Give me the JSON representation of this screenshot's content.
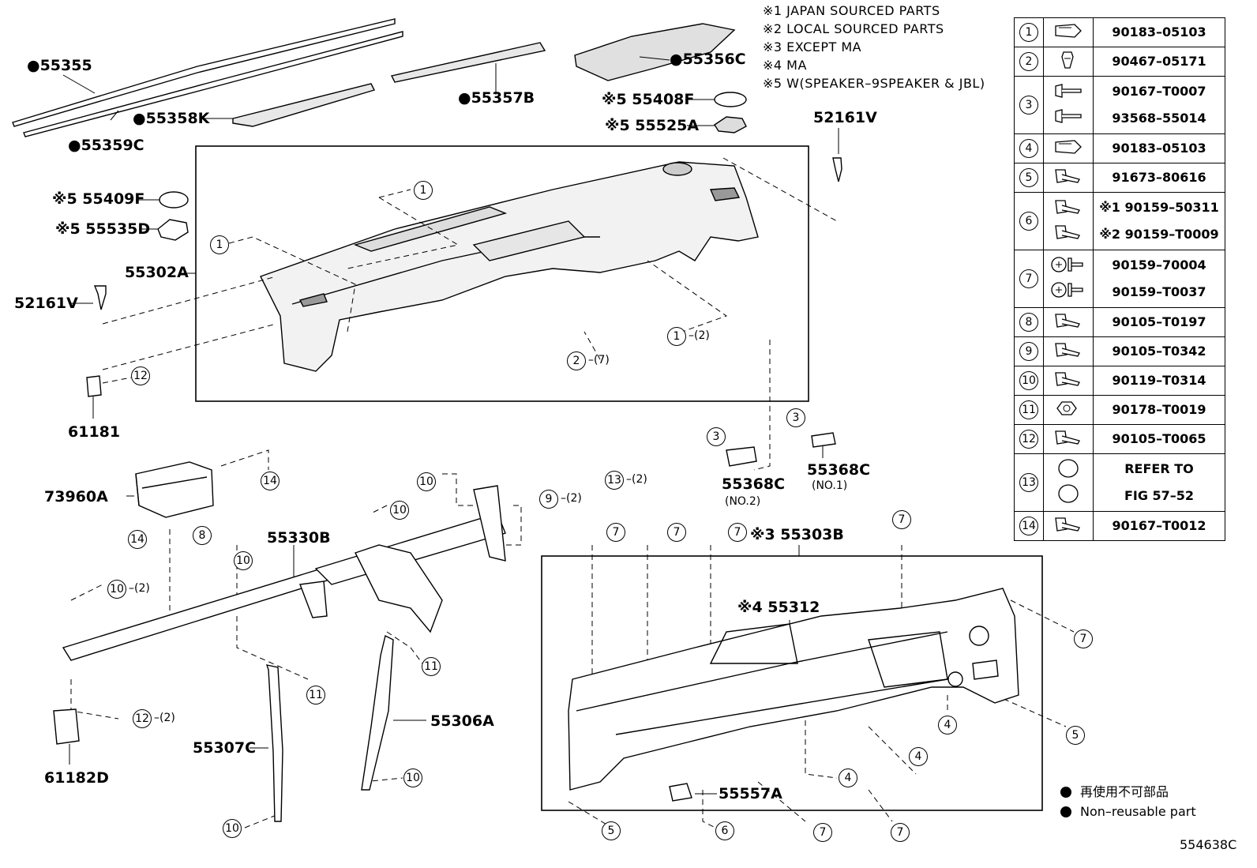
{
  "notes": [
    "※1  JAPAN SOURCED PARTS",
    "※2  LOCAL SOURCED PARTS",
    "※3  EXCEPT MA",
    "※4  MA",
    "※5  W(SPEAKER–9SPEAKER & JBL)"
  ],
  "parts": [
    {
      "key": "p55355",
      "label": "●55355"
    },
    {
      "key": "p55359C",
      "label": "●55359C"
    },
    {
      "key": "p55358K",
      "label": "●55358K"
    },
    {
      "key": "p55357B",
      "label": "●55357B"
    },
    {
      "key": "p55356C",
      "label": "●55356C"
    },
    {
      "key": "p55408F",
      "label": "※5 55408F"
    },
    {
      "key": "p55525A",
      "label": "※5 55525A"
    },
    {
      "key": "p52161V_r",
      "label": "52161V"
    },
    {
      "key": "p55409F",
      "label": "※5 55409F"
    },
    {
      "key": "p55535D",
      "label": "※5 55535D"
    },
    {
      "key": "p55302A",
      "label": "55302A"
    },
    {
      "key": "p52161V_l",
      "label": "52161V"
    },
    {
      "key": "p61181",
      "label": "61181"
    },
    {
      "key": "p55368C_2",
      "label": "55368C"
    },
    {
      "key": "p55368C_1",
      "label": "55368C"
    },
    {
      "key": "p73960A",
      "label": "73960A"
    },
    {
      "key": "p55330B",
      "label": "55330B"
    },
    {
      "key": "p55303B",
      "label": "※3 55303B"
    },
    {
      "key": "p55312",
      "label": "※4 55312"
    },
    {
      "key": "p55306A",
      "label": "55306A"
    },
    {
      "key": "p55307C",
      "label": "55307C"
    },
    {
      "key": "p61182D",
      "label": "61182D"
    },
    {
      "key": "p55557A",
      "label": "55557A"
    }
  ],
  "sublabels": {
    "no2": "(NO.2)",
    "no1": "(NO.1)"
  },
  "callouts": [
    {
      "n": "1",
      "suffix": ""
    },
    {
      "n": "1",
      "suffix": ""
    },
    {
      "n": "1",
      "suffix": "–(2)"
    },
    {
      "n": "2",
      "suffix": "–(7)"
    },
    {
      "n": "12",
      "suffix": ""
    },
    {
      "n": "3",
      "suffix": ""
    },
    {
      "n": "3",
      "suffix": ""
    },
    {
      "n": "14",
      "suffix": ""
    },
    {
      "n": "14",
      "suffix": ""
    },
    {
      "n": "8",
      "suffix": ""
    },
    {
      "n": "10",
      "suffix": ""
    },
    {
      "n": "10",
      "suffix": ""
    },
    {
      "n": "10",
      "suffix": ""
    },
    {
      "n": "10",
      "suffix": "–(2)"
    },
    {
      "n": "9",
      "suffix": "–(2)"
    },
    {
      "n": "13",
      "suffix": "–(2)"
    },
    {
      "n": "11",
      "suffix": ""
    },
    {
      "n": "11",
      "suffix": ""
    },
    {
      "n": "12",
      "suffix": "–(2)"
    },
    {
      "n": "10",
      "suffix": ""
    },
    {
      "n": "10",
      "suffix": ""
    },
    {
      "n": "7",
      "suffix": ""
    },
    {
      "n": "7",
      "suffix": ""
    },
    {
      "n": "7",
      "suffix": ""
    },
    {
      "n": "7",
      "suffix": ""
    },
    {
      "n": "7",
      "suffix": ""
    },
    {
      "n": "5",
      "suffix": ""
    },
    {
      "n": "4",
      "suffix": ""
    },
    {
      "n": "4",
      "suffix": ""
    },
    {
      "n": "4",
      "suffix": ""
    },
    {
      "n": "5",
      "suffix": ""
    },
    {
      "n": "6",
      "suffix": ""
    },
    {
      "n": "7",
      "suffix": ""
    },
    {
      "n": "7",
      "suffix": ""
    }
  ],
  "ref_table": [
    {
      "n": "1",
      "icon": "clip-nut-icon",
      "pns": [
        "90183–05103"
      ]
    },
    {
      "n": "2",
      "icon": "push-clip-icon",
      "pns": [
        "90467–05171"
      ]
    },
    {
      "n": "3",
      "icon": "screw-icon",
      "pns": [
        "90167–T0007",
        "93568–55014"
      ]
    },
    {
      "n": "4",
      "icon": "clip-nut-icon",
      "pns": [
        "90183–05103"
      ]
    },
    {
      "n": "5",
      "icon": "bolt-icon",
      "pns": [
        "91673–80616"
      ]
    },
    {
      "n": "6",
      "icon": "bolt-icon",
      "pns": [
        "※1 90159–50311",
        "※2 90159–T0009"
      ]
    },
    {
      "n": "7",
      "icon": "washer-screw-icon",
      "pns": [
        "90159–70004",
        "90159–T0037"
      ]
    },
    {
      "n": "8",
      "icon": "bolt-icon",
      "pns": [
        "90105–T0197"
      ]
    },
    {
      "n": "9",
      "icon": "bolt-icon",
      "pns": [
        "90105–T0342"
      ]
    },
    {
      "n": "10",
      "icon": "bolt-icon",
      "pns": [
        "90119–T0314"
      ]
    },
    {
      "n": "11",
      "icon": "nut-icon",
      "pns": [
        "90178–T0019"
      ]
    },
    {
      "n": "12",
      "icon": "bolt-icon",
      "pns": [
        "90105–T0065"
      ]
    },
    {
      "n": "13",
      "icon": "cap-icon",
      "pns": [
        "REFER TO",
        "FIG 57–52"
      ]
    },
    {
      "n": "14",
      "icon": "bolt-icon",
      "pns": [
        "90167–T0012"
      ]
    }
  ],
  "legend": {
    "jp": "再使用不可部品",
    "en": "Non–reusable part"
  },
  "figure_id": "554638C"
}
